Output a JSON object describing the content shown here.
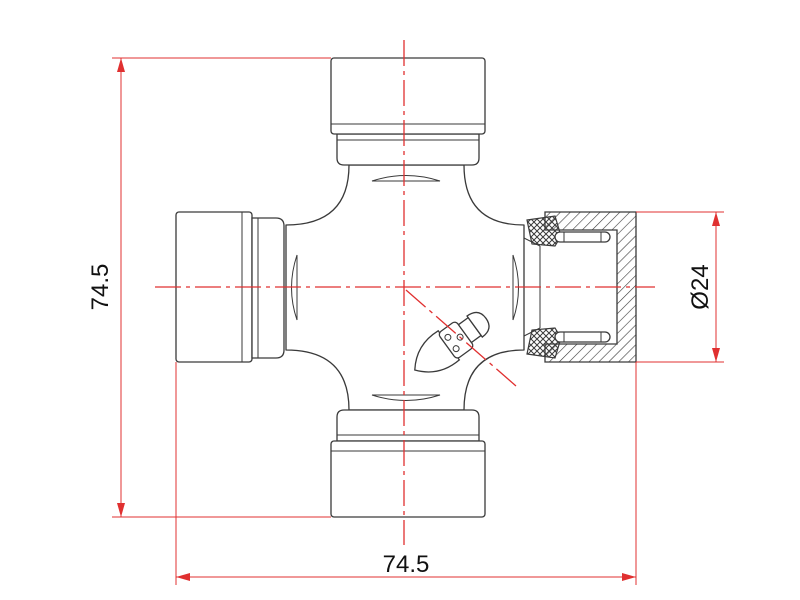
{
  "dimensions": {
    "height_label": "74.5",
    "width_label": "74.5",
    "diameter_label": "Ø24"
  }
}
